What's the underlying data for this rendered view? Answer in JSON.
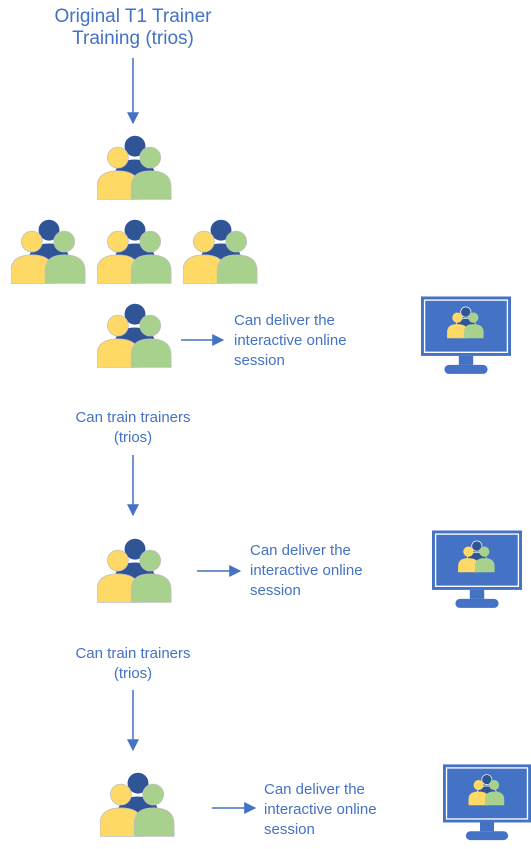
{
  "title": {
    "line1": "Original T1 Trainer",
    "line2": "Training (trios)"
  },
  "deliver": [
    {
      "line1": "Can deliver the",
      "line2": "interactive online",
      "line3": "session"
    },
    {
      "line1": "Can deliver the",
      "line2": "interactive online",
      "line3": "session"
    },
    {
      "line1": "Can deliver the",
      "line2": "interactive online",
      "line3": "session"
    }
  ],
  "train": [
    {
      "line1": "Can train trainers",
      "line2": "(trios)"
    },
    {
      "line1": "Can train trainers",
      "line2": "(trios)"
    }
  ],
  "colors": {
    "accent": "#4472c4",
    "person_back": "#2f5597",
    "person_left": "#ffd966",
    "person_right": "#a9d18e",
    "monitor_frame": "#4472c4",
    "monitor_screen": "#4472c4"
  },
  "icons": {
    "group": "people-group-icon",
    "monitor": "monitor-icon"
  }
}
